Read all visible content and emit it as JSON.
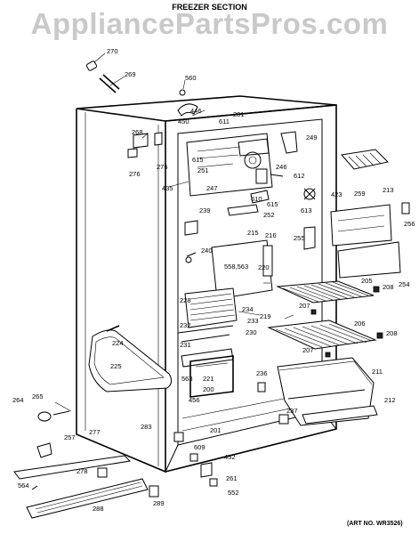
{
  "watermark": "AppliancePartsPros.com",
  "title": "FREEZER SECTION",
  "art_number": "(ART NO. WR3526)",
  "icons": {
    "cabinet": "freezer-cabinet-drawing",
    "shelf": "wire-shelf-drawing",
    "basket": "ice-bucket-drawing",
    "ice_tray": "ice-tray-drawing"
  },
  "callouts": [
    "270",
    "269",
    "560",
    "446",
    "450",
    "611",
    "201",
    "268",
    "275",
    "276",
    "615",
    "251",
    "249",
    "246",
    "612",
    "435",
    "247",
    "610",
    "615",
    "613",
    "423",
    "259",
    "213",
    "256",
    "252",
    "239",
    "216",
    "215",
    "255",
    "240",
    "558,563",
    "220",
    "205",
    "208",
    "254",
    "228",
    "234",
    "207",
    "233",
    "219",
    "206",
    "208",
    "232",
    "231",
    "230",
    "207",
    "224",
    "225",
    "221",
    "211",
    "563",
    "236",
    "456",
    "200",
    "212",
    "265",
    "264",
    "237",
    "283",
    "201",
    "257",
    "277",
    "609",
    "452",
    "278",
    "261",
    "564",
    "289",
    "552",
    "288"
  ]
}
